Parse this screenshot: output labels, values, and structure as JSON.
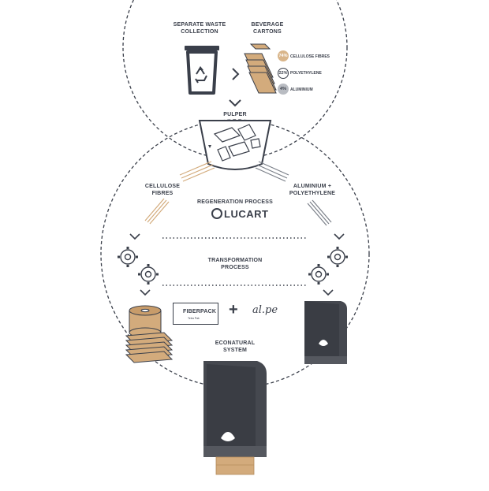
{
  "labels": {
    "separate_waste": "SEPARATE WASTE COLLECTION",
    "separate_waste_l1": "SEPARATE WASTE",
    "separate_waste_l2": "COLLECTION",
    "beverage_l1": "BEVERAGE",
    "beverage_l2": "CARTONS",
    "pulper": "PULPER",
    "cellulose_l1": "CELLULOSE",
    "cellulose_l2": "FIBRES",
    "regeneration": "REGENERATION PROCESS",
    "alu_l1": "ALUMINIUM +",
    "alu_l2": "POLYETHYLENE",
    "transformation_l1": "TRANSFORMATION",
    "transformation_l2": "PROCESS",
    "econatural_l1": "ECONATURAL",
    "econatural_l2": "SYSTEM"
  },
  "composition": [
    {
      "value": "74%",
      "label": "CELLULOSE FIBRES",
      "color": "#d9b58a"
    },
    {
      "value": "22%",
      "label": "POLYETHYLENE",
      "color": "#ffffff"
    },
    {
      "value": "4%",
      "label": "ALUMINIUM",
      "color": "#b9bcc2"
    }
  ],
  "logos": {
    "lucart": "LUCART",
    "fiberpack": "FIBERPACK",
    "tetrapak": "Tetra Pak",
    "alpe": "al.pe"
  },
  "colors": {
    "dark": "#3a3f4a",
    "kraft": "#d3ab7c",
    "kraft_dark": "#b58c5c",
    "dispenser": "#45484f"
  }
}
